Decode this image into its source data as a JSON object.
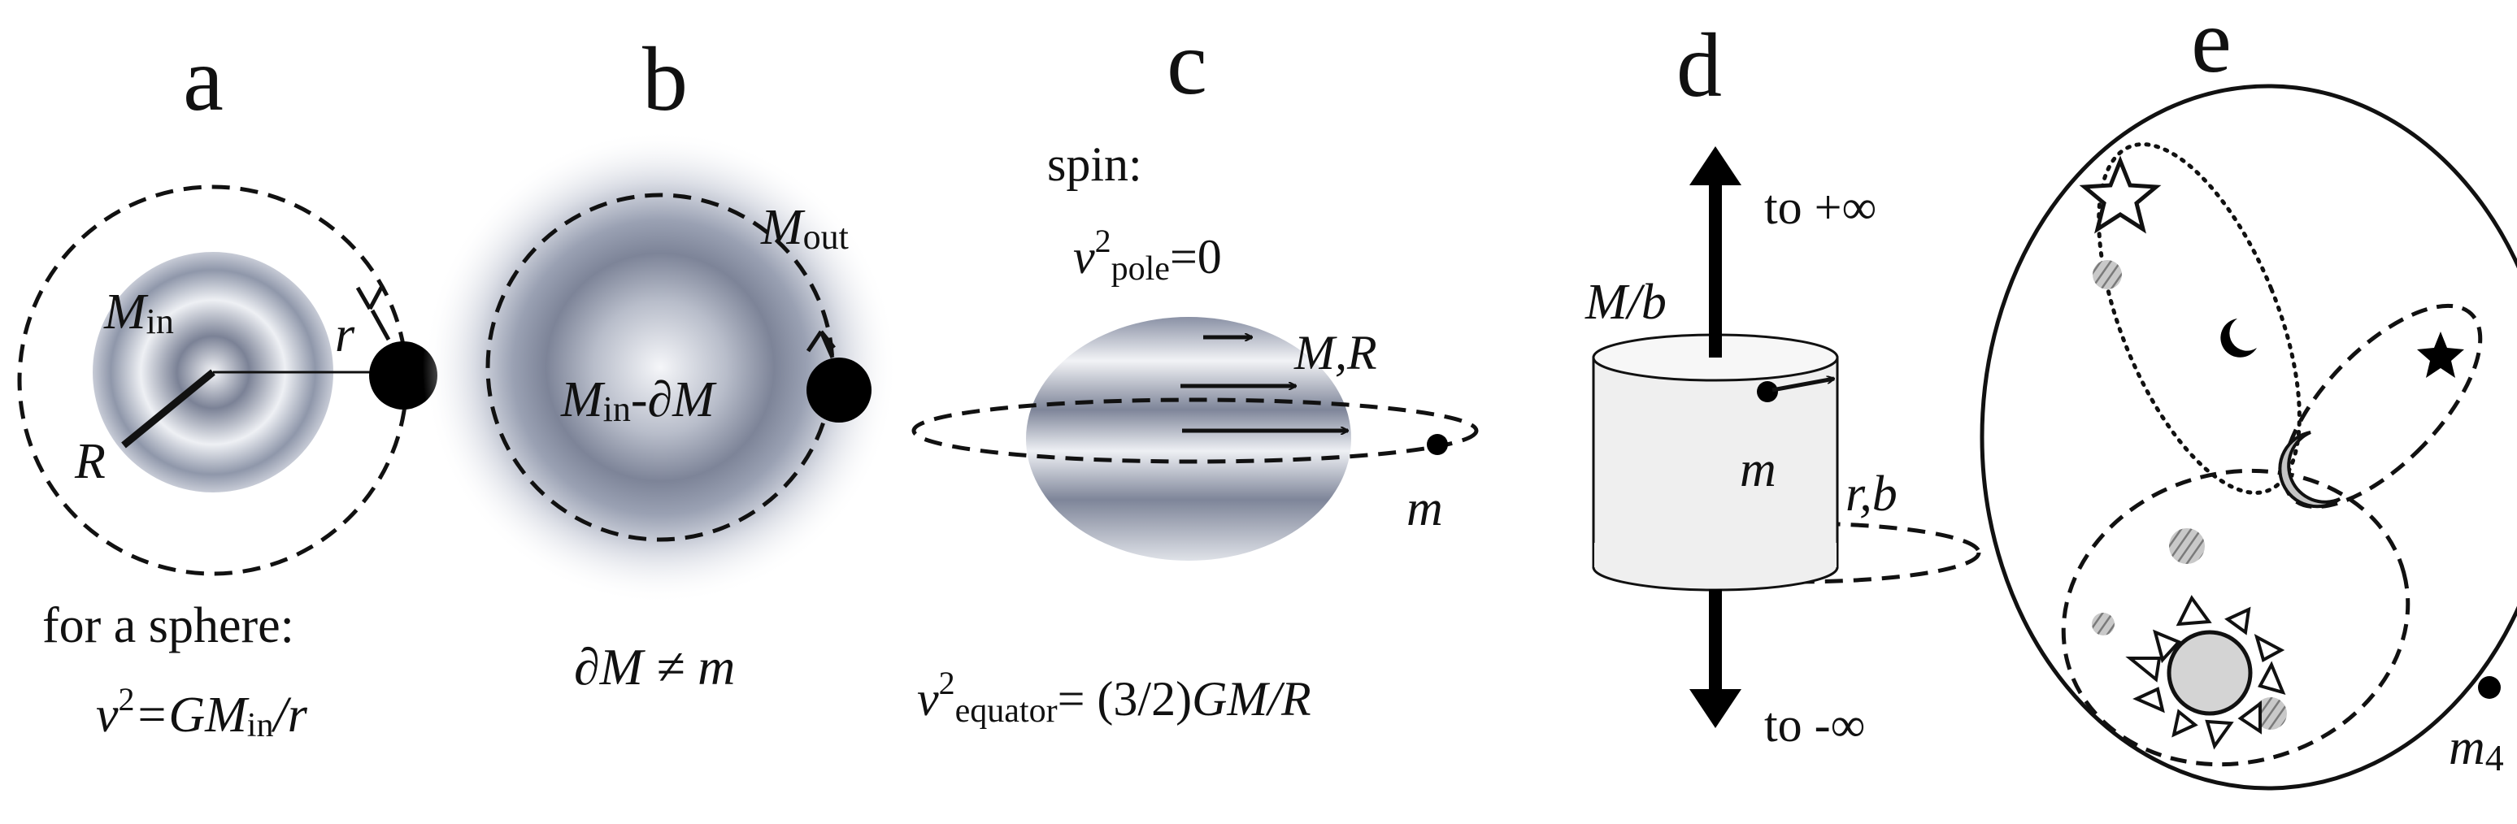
{
  "panels": {
    "a": {
      "letter": "a",
      "m_symbol": "M",
      "m_in_sub": "in",
      "r_label": "r",
      "R_label": "R",
      "caption1": "for a sphere:",
      "formula_v": "v",
      "formula_exp": "2",
      "formula_mid": "=GM",
      "formula_sub": "in",
      "formula_end": "/r"
    },
    "b": {
      "letter": "b",
      "m_out_symbol": "M",
      "m_out_sub": "out",
      "m_in_symbol": "M",
      "m_in_sub": "in",
      "m_in_rest": "-∂M",
      "caption": "∂M ≠ m"
    },
    "c": {
      "letter": "c",
      "spin_label": "spin:",
      "pole_v": "v",
      "pole_exp": "2",
      "pole_sub": "pole",
      "pole_eq": "=0",
      "mr_label": "M,R",
      "m_label": "m",
      "eq_v": "v",
      "eq_exp": "2",
      "eq_sub": "equator",
      "eq_rest1": "= (3/2)",
      "eq_rest2": "GM/R"
    },
    "d": {
      "letter": "d",
      "to_plus": "to +∞",
      "to_minus": "to -∞",
      "mb_label": "M/b",
      "m_label": "m",
      "rb_label": "r,b"
    },
    "e": {
      "letter": "e",
      "m4_symbol": "m",
      "m4_sub": "4"
    }
  }
}
